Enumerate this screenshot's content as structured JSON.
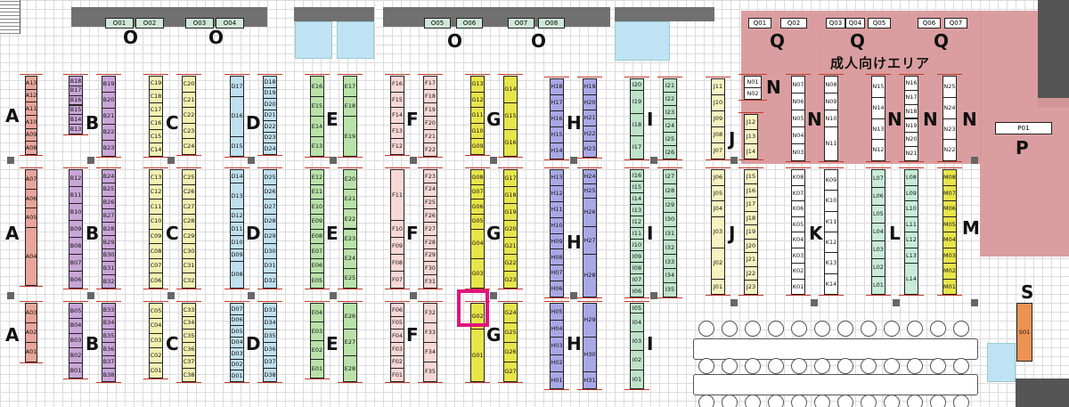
{
  "adult_area_label": "成人向けエリア",
  "colors": {
    "A": "#e8a59b",
    "B": "#c9a5d8",
    "C": "#f3f0b3",
    "D": "#bfe0ee",
    "E": "#b9e2a9",
    "F": "#f8d8d6",
    "G": "#e7e54a",
    "H": "#a9a8e6",
    "I": "#bde3c9",
    "J": "#f7f2c0",
    "K": "#ffffff",
    "L": "#c8ecd9",
    "M": "#e7e54a",
    "N": "#ffffff",
    "O": "#cfe8d8",
    "Q": "#ffffff",
    "P": "#ffffff",
    "S": "#ec9253",
    "adult": "#d9999b",
    "highlight": "#e0147c"
  },
  "o_booths": [
    "O01",
    "O02",
    "O03",
    "O04",
    "O05",
    "O06",
    "O07",
    "O08"
  ],
  "q_booths": [
    "Q01",
    "Q02",
    "Q03",
    "Q04",
    "Q05",
    "Q06",
    "Q07"
  ],
  "p_booth": "P01",
  "s_booth": "S01",
  "highlighted_booth": "G02",
  "big_labels": [
    {
      "id": "o1",
      "text": "O"
    },
    {
      "id": "o2",
      "text": "O"
    },
    {
      "id": "o3",
      "text": "O"
    },
    {
      "id": "o4",
      "text": "O"
    },
    {
      "id": "q1",
      "text": "Q"
    },
    {
      "id": "q2",
      "text": "Q"
    },
    {
      "id": "q3",
      "text": "Q"
    },
    {
      "id": "a1",
      "text": "A"
    },
    {
      "id": "a2",
      "text": "A"
    },
    {
      "id": "a3",
      "text": "A"
    },
    {
      "id": "b1",
      "text": "B"
    },
    {
      "id": "b2",
      "text": "B"
    },
    {
      "id": "b3",
      "text": "B"
    },
    {
      "id": "c1",
      "text": "C"
    },
    {
      "id": "c2",
      "text": "C"
    },
    {
      "id": "c3",
      "text": "C"
    },
    {
      "id": "d1",
      "text": "D"
    },
    {
      "id": "d2",
      "text": "D"
    },
    {
      "id": "d3",
      "text": "D"
    },
    {
      "id": "e1",
      "text": "E"
    },
    {
      "id": "e2",
      "text": "E"
    },
    {
      "id": "e3",
      "text": "E"
    },
    {
      "id": "f1",
      "text": "F"
    },
    {
      "id": "f2",
      "text": "F"
    },
    {
      "id": "f3",
      "text": "F"
    },
    {
      "id": "g1",
      "text": "G"
    },
    {
      "id": "g2",
      "text": "G"
    },
    {
      "id": "g3",
      "text": "G"
    },
    {
      "id": "h1",
      "text": "H"
    },
    {
      "id": "h2",
      "text": "H"
    },
    {
      "id": "h3",
      "text": "H"
    },
    {
      "id": "i1",
      "text": "I"
    },
    {
      "id": "i2",
      "text": "I"
    },
    {
      "id": "i3",
      "text": "I"
    },
    {
      "id": "j1",
      "text": "J"
    },
    {
      "id": "j2",
      "text": "J"
    },
    {
      "id": "k1",
      "text": "K"
    },
    {
      "id": "l1",
      "text": "L"
    },
    {
      "id": "m1",
      "text": "M"
    },
    {
      "id": "n1",
      "text": "N"
    },
    {
      "id": "n2",
      "text": "N"
    },
    {
      "id": "n3",
      "text": "N"
    },
    {
      "id": "n4",
      "text": "N"
    },
    {
      "id": "n5",
      "text": "N"
    },
    {
      "id": "p1",
      "text": "P"
    },
    {
      "id": "s1",
      "text": "S"
    }
  ],
  "columns": [
    {
      "id": "A-r1",
      "group": "A",
      "labels": [
        "A13",
        "A12",
        "A11",
        "A10",
        "A09",
        "A08"
      ]
    },
    {
      "id": "A-r2",
      "group": "A",
      "labels": [
        "A07",
        "A06",
        "A05",
        "A04"
      ]
    },
    {
      "id": "A-r3",
      "group": "A",
      "labels": [
        "A03",
        "A02",
        "A01"
      ]
    },
    {
      "id": "B-l1",
      "group": "B",
      "labels": [
        "B18",
        "B17",
        "B16",
        "B15",
        "B14",
        "B13"
      ]
    },
    {
      "id": "B-r1",
      "group": "B",
      "labels": [
        "B19",
        "B20",
        "B21",
        "B22",
        "B23"
      ]
    },
    {
      "id": "B-l2",
      "group": "B",
      "labels": [
        "B12",
        "B11",
        "B10",
        "B09",
        "B08",
        "B07",
        "B06"
      ]
    },
    {
      "id": "B-r2",
      "group": "B",
      "labels": [
        "B24",
        "B25",
        "B26",
        "B27",
        "B28",
        "B29",
        "B30",
        "B31",
        "B32"
      ]
    },
    {
      "id": "B-l3",
      "group": "B",
      "labels": [
        "B05",
        "B04",
        "B03",
        "B02",
        "B01"
      ]
    },
    {
      "id": "B-r3",
      "group": "B",
      "labels": [
        "B33",
        "B34",
        "B35",
        "B36",
        "B37",
        "B38"
      ]
    },
    {
      "id": "C-l1",
      "group": "C",
      "labels": [
        "C19",
        "C18",
        "C17",
        "C16",
        "C15",
        "C14"
      ]
    },
    {
      "id": "C-r1",
      "group": "C",
      "labels": [
        "C20",
        "C21",
        "C22",
        "C23",
        "C24"
      ]
    },
    {
      "id": "C-l2",
      "group": "C",
      "labels": [
        "C13",
        "C12",
        "C11",
        "C10",
        "C09",
        "C08",
        "C07",
        "C06"
      ]
    },
    {
      "id": "C-r2",
      "group": "C",
      "labels": [
        "C25",
        "C26",
        "C27",
        "C28",
        "C29",
        "C30",
        "C31",
        "C32"
      ]
    },
    {
      "id": "C-l3",
      "group": "C",
      "labels": [
        "C05",
        "C04",
        "C03",
        "C02",
        "C01"
      ]
    },
    {
      "id": "C-r3",
      "group": "C",
      "labels": [
        "C33",
        "C34",
        "C35",
        "C36",
        "C37",
        "C38"
      ]
    },
    {
      "id": "D-l1",
      "group": "D",
      "labels": [
        "D17",
        "D16",
        "D15"
      ]
    },
    {
      "id": "D-r1",
      "group": "D",
      "labels": [
        "D18",
        "D19",
        "D20",
        "D21",
        "D22",
        "D23",
        "D24"
      ]
    },
    {
      "id": "D-l2",
      "group": "D",
      "labels": [
        "D14",
        "D13",
        "D12",
        "D11",
        "D10",
        "D09",
        "D08"
      ]
    },
    {
      "id": "D-r2",
      "group": "D",
      "labels": [
        "D25",
        "D26",
        "D27",
        "D28",
        "D29",
        "D30",
        "D31",
        "D32"
      ]
    },
    {
      "id": "D-l3",
      "group": "D",
      "labels": [
        "D07",
        "D06",
        "D05",
        "D04",
        "D03",
        "D02",
        "D01"
      ]
    },
    {
      "id": "D-r3",
      "group": "D",
      "labels": [
        "D33",
        "D34",
        "D35",
        "D36",
        "D37",
        "D38"
      ]
    },
    {
      "id": "E-l1",
      "group": "E",
      "labels": [
        "E16",
        "E15",
        "E14",
        "E13"
      ]
    },
    {
      "id": "E-r1",
      "group": "E",
      "labels": [
        "E17",
        "E18",
        "E19"
      ]
    },
    {
      "id": "E-l2",
      "group": "E",
      "labels": [
        "E12",
        "E11",
        "E10",
        "E09",
        "E08",
        "E07",
        "E06",
        "E05"
      ]
    },
    {
      "id": "E-r2",
      "group": "E",
      "labels": [
        "E20",
        "E21",
        "E22",
        "E23",
        "E24",
        "E25"
      ]
    },
    {
      "id": "E-l3",
      "group": "E",
      "labels": [
        "E04",
        "E03",
        "E02",
        "E01"
      ]
    },
    {
      "id": "E-r3",
      "group": "E",
      "labels": [
        "E26",
        "E27",
        "E28"
      ]
    },
    {
      "id": "F-l1",
      "group": "F",
      "labels": [
        "F16",
        "F15",
        "F14",
        "F13",
        "F12"
      ]
    },
    {
      "id": "F-r1",
      "group": "F",
      "labels": [
        "F17",
        "F18",
        "F19",
        "F20",
        "F21",
        "F22"
      ]
    },
    {
      "id": "F-l2",
      "group": "F",
      "labels": [
        "F11",
        "F10",
        "F09",
        "F08",
        "F07"
      ]
    },
    {
      "id": "F-r2",
      "group": "F",
      "labels": [
        "F23",
        "F24",
        "F25",
        "F26",
        "F27",
        "F28",
        "F29",
        "F30",
        "F31"
      ]
    },
    {
      "id": "F-l3",
      "group": "F",
      "labels": [
        "F06",
        "F05",
        "F04",
        "F03",
        "F02",
        "F01"
      ]
    },
    {
      "id": "F-r3",
      "group": "F",
      "labels": [
        "F32",
        "F33",
        "F34",
        "F35"
      ]
    },
    {
      "id": "G-l1",
      "group": "G",
      "labels": [
        "G13",
        "G12",
        "G11",
        "G10",
        "G09"
      ]
    },
    {
      "id": "G-r1",
      "group": "G",
      "labels": [
        "G14",
        "G15",
        "G16"
      ]
    },
    {
      "id": "G-l2",
      "group": "G",
      "labels": [
        "G08",
        "G07",
        "G06",
        "G05",
        "G04",
        "G03"
      ]
    },
    {
      "id": "G-r2",
      "group": "G",
      "labels": [
        "G17",
        "G18",
        "G19",
        "G20",
        "G21",
        "G22",
        "G23"
      ]
    },
    {
      "id": "G-l3",
      "group": "G",
      "labels": [
        "G02",
        "G01"
      ]
    },
    {
      "id": "G-r3",
      "group": "G",
      "labels": [
        "G24",
        "G25",
        "G26",
        "G27"
      ]
    },
    {
      "id": "H-l1",
      "group": "H",
      "labels": [
        "H18",
        "H17",
        "H16",
        "H15",
        "H14"
      ]
    },
    {
      "id": "H-r1",
      "group": "H",
      "labels": [
        "H19",
        "H20",
        "H21",
        "H22",
        "H23"
      ]
    },
    {
      "id": "H-l2",
      "group": "H",
      "labels": [
        "H13",
        "H12",
        "H11",
        "H10",
        "H09",
        "H08",
        "H07",
        "H06"
      ]
    },
    {
      "id": "H-r2",
      "group": "H",
      "labels": [
        "H24",
        "H25",
        "H26",
        "H27",
        "H28"
      ]
    },
    {
      "id": "H-l3",
      "group": "H",
      "labels": [
        "H05",
        "H04",
        "H03",
        "H02",
        "H01"
      ]
    },
    {
      "id": "H-r3",
      "group": "H",
      "labels": [
        "H29",
        "H30",
        "H31"
      ]
    },
    {
      "id": "I-l1",
      "group": "I",
      "labels": [
        "I20",
        "I19",
        "I18",
        "I17"
      ]
    },
    {
      "id": "I-r1",
      "group": "I",
      "labels": [
        "I21",
        "I22",
        "I23",
        "I24",
        "I25",
        "I26"
      ]
    },
    {
      "id": "I-l2",
      "group": "I",
      "labels": [
        "I16",
        "I15",
        "I14",
        "I13",
        "I12",
        "I11",
        "I10",
        "I09",
        "I08",
        "I07",
        "I06"
      ]
    },
    {
      "id": "I-r2",
      "group": "I",
      "labels": [
        "I27",
        "I28",
        "I29",
        "I30",
        "I31",
        "I32",
        "I33",
        "I34",
        "I35"
      ]
    },
    {
      "id": "I-l3",
      "group": "I",
      "labels": [
        "I05",
        "I04",
        "I03",
        "I02",
        "I01"
      ]
    },
    {
      "id": "J-l1",
      "group": "J",
      "labels": [
        "J11",
        "J10",
        "J09",
        "J08",
        "J07"
      ]
    },
    {
      "id": "J-r1",
      "group": "J",
      "labels": [
        "J12",
        "J13",
        "J14"
      ]
    },
    {
      "id": "J-l2",
      "group": "J",
      "labels": [
        "J06",
        "J05",
        "J04",
        "J03",
        "J02",
        "J01"
      ]
    },
    {
      "id": "J-r2",
      "group": "J",
      "labels": [
        "J15",
        "J16",
        "J17",
        "J18",
        "J19",
        "J20",
        "J21",
        "J22",
        "J23"
      ]
    },
    {
      "id": "K-l1",
      "group": "K",
      "labels": [
        "K08",
        "K07",
        "K06",
        "K05",
        "K04",
        "K03",
        "K02",
        "K01"
      ]
    },
    {
      "id": "K-r1",
      "group": "K",
      "labels": [
        "K09",
        "K10",
        "K11",
        "K12",
        "K13",
        "K14"
      ]
    },
    {
      "id": "L-l1",
      "group": "L",
      "labels": [
        "L07",
        "L06",
        "L05",
        "L04",
        "L03",
        "L02",
        "L01"
      ]
    },
    {
      "id": "L-r1",
      "group": "L",
      "labels": [
        "L08",
        "L09",
        "L10",
        "L11",
        "L12",
        "L13",
        "L14"
      ]
    },
    {
      "id": "M-l1",
      "group": "M",
      "labels": [
        "M08",
        "M07",
        "M06",
        "M05",
        "M04",
        "M03",
        "M02",
        "M01"
      ]
    },
    {
      "id": "N-a",
      "group": "N",
      "labels": [
        "N01",
        "N02"
      ]
    },
    {
      "id": "N-b1",
      "group": "N",
      "labels": [
        "N07",
        "N06",
        "N05",
        "N04",
        "N03"
      ]
    },
    {
      "id": "N-b2",
      "group": "N",
      "labels": [
        "N08",
        "N09",
        "N10",
        "N11"
      ]
    },
    {
      "id": "N-c1",
      "group": "N",
      "labels": [
        "N15",
        "N14",
        "N13",
        "N12"
      ]
    },
    {
      "id": "N-c2",
      "group": "N",
      "labels": [
        "N16",
        "N17",
        "N18",
        "N19",
        "N20",
        "N21"
      ]
    },
    {
      "id": "N-d1",
      "group": "N",
      "labels": [
        "N25",
        "N24",
        "N23",
        "N22"
      ]
    }
  ]
}
